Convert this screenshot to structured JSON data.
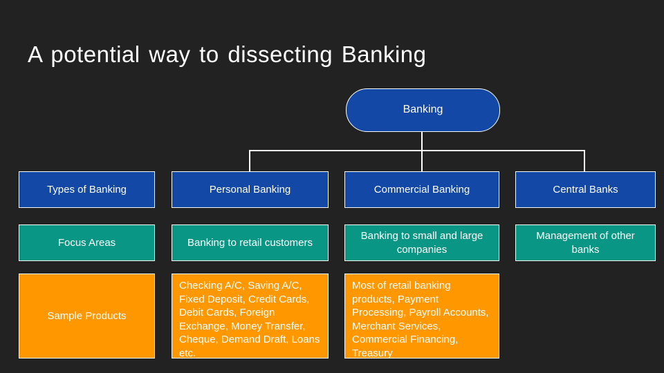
{
  "title": "A potential way to dissecting Banking",
  "root": {
    "label": "Banking"
  },
  "rows": {
    "types": {
      "label": "Types of Banking",
      "items": [
        "Personal Banking",
        "Commercial Banking",
        "Central Banks"
      ]
    },
    "focus": {
      "label": "Focus Areas",
      "items": [
        "Banking to retail customers",
        "Banking to small and large companies",
        "Management of other banks"
      ]
    },
    "products": {
      "label": "Sample Products",
      "items": [
        "Checking A/C, Saving A/C, Fixed Deposit, Credit Cards, Debit Cards, Foreign Exchange, Money Transfer, Cheque, Demand Draft, Loans etc.",
        "Most of retail banking products, Payment Processing, Payroll Accounts, Merchant Services, Commercial Financing, Treasury"
      ]
    }
  },
  "colors": {
    "background": "#222222",
    "category_blue": "#1348A6",
    "focus_teal": "#0A9685",
    "products_orange": "#FF9800",
    "connector": "#FFFFFF",
    "text": "#FFFFFF"
  }
}
